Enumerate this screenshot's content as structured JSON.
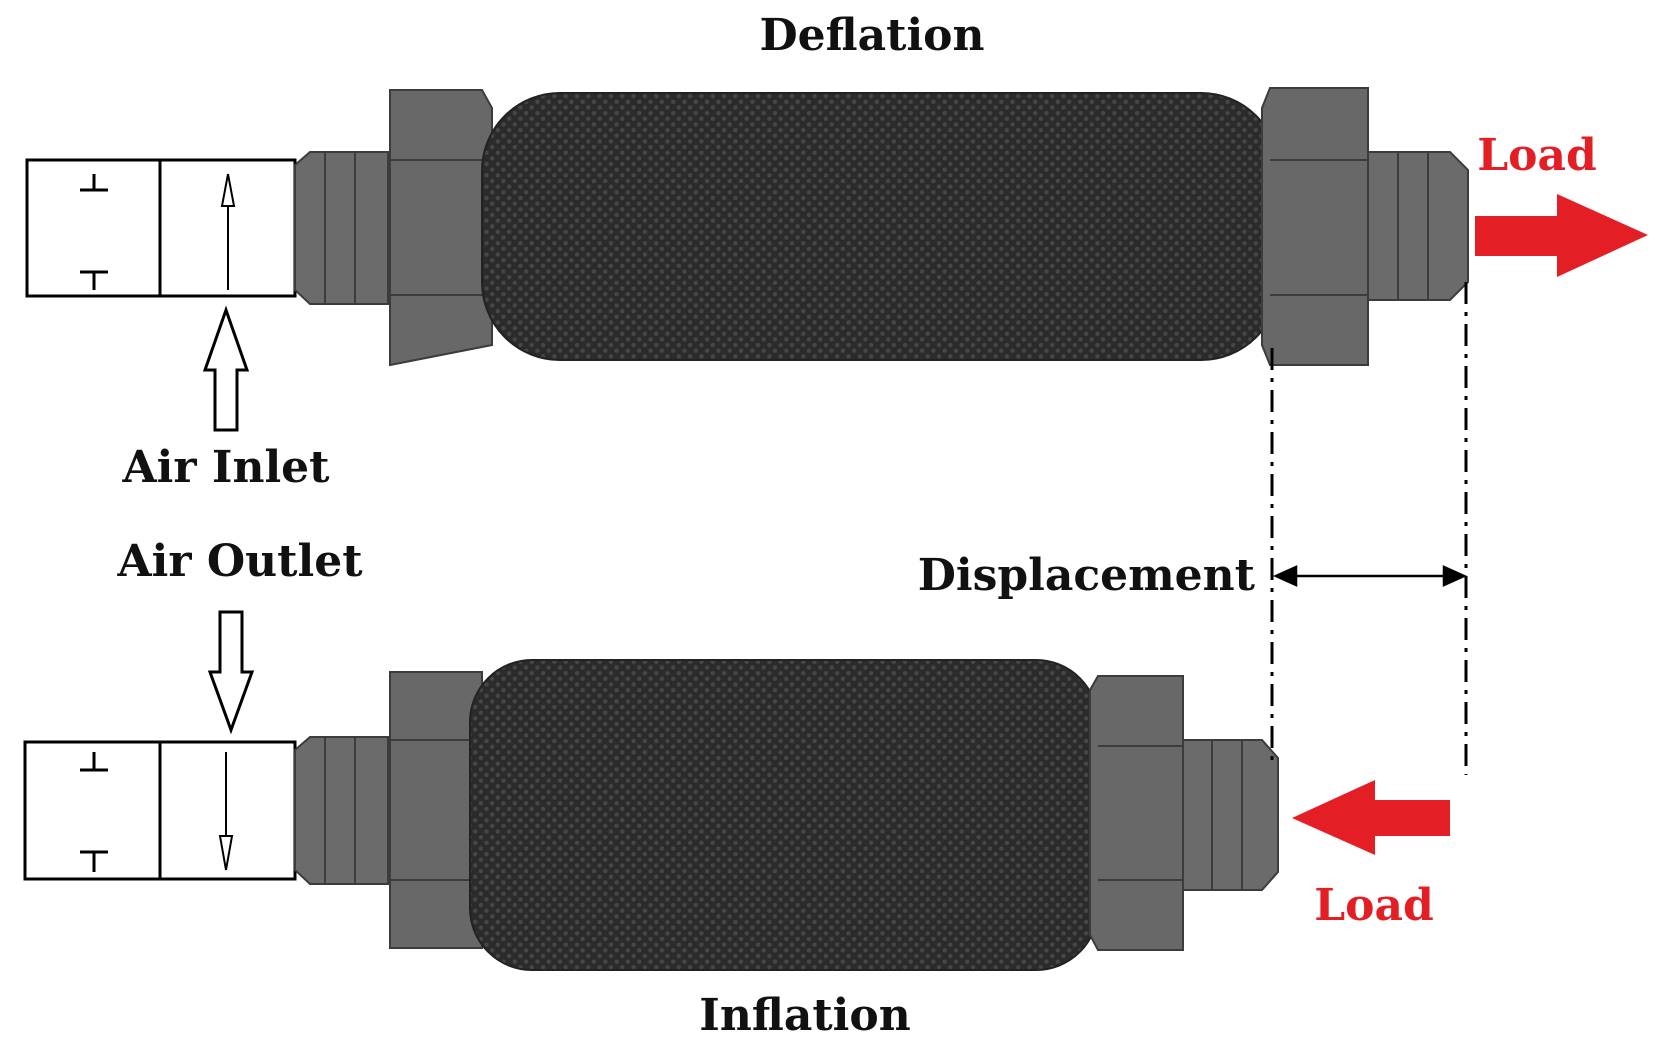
{
  "labels": {
    "deflation": "Deflation",
    "inflation": "Inflation",
    "air_inlet": "Air Inlet",
    "air_outlet": "Air Outlet",
    "displacement": "Displacement",
    "load_top": "Load",
    "load_bottom": "Load"
  },
  "colors": {
    "load": "#e31e24",
    "fitting": "#6b6b6b",
    "fitting_edge": "#3c3c3c",
    "bladder": "#2b2b2b",
    "line": "#000000"
  }
}
